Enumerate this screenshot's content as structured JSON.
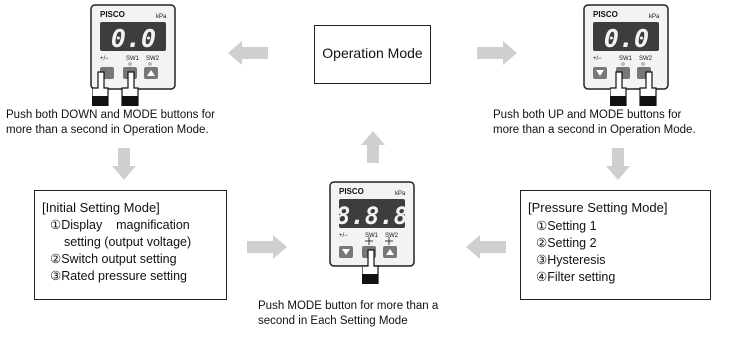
{
  "operation_mode": {
    "label": "Operation Mode"
  },
  "device": {
    "brand": "PISCO",
    "unit": "kPa",
    "display_single": "0.0",
    "display_triple": "8.8.8",
    "sw1": "SW1",
    "sw2": "SW2",
    "plusminus": "+/−"
  },
  "left_caption": {
    "line1": "Push both DOWN and MODE buttons for",
    "line2": "more than a second in Operation Mode."
  },
  "right_caption": {
    "line1": "Push both UP and MODE buttons for",
    "line2": "more than a second in Operation Mode."
  },
  "bottom_caption": {
    "line1": "Push MODE button for more than a",
    "line2": "second in Each Setting Mode"
  },
  "initial_setting": {
    "title": "[Initial Setting Mode]",
    "items": [
      "①Display    magnification",
      "setting (output voltage)",
      "②Switch output setting",
      "③Rated pressure setting"
    ]
  },
  "pressure_setting": {
    "title": "[Pressure Setting Mode]",
    "items": [
      "①Setting 1",
      "②Setting 2",
      "③Hysteresis",
      "④Filter setting"
    ]
  },
  "colors": {
    "arrow": "#cfcfcf",
    "display_bg": "#3d3d3d",
    "digit": "#f2f2f2",
    "panel": "#f3f3f3"
  }
}
